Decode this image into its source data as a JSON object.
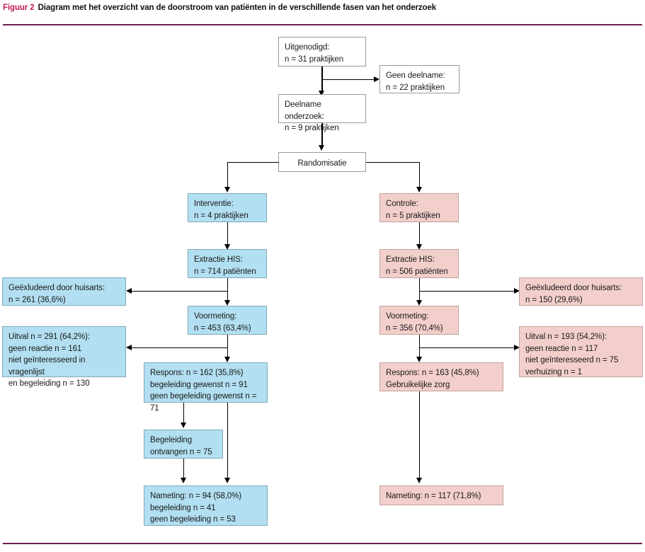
{
  "caption": {
    "figure_label": "Figuur 2",
    "text": "Diagram met het overzicht van de doorstroom van patiënten in de verschillende fasen van het onderzoek",
    "label_color": "#c2185b",
    "rule_color": "#6d1f54"
  },
  "colors": {
    "intervention_fill": "#b2dff1",
    "intervention_border": "#7fa9bb",
    "control_fill": "#f2cfcb",
    "control_border": "#c4a19d",
    "neutral_fill": "#ffffff",
    "neutral_border": "#9a9a9a",
    "connector": "#000000"
  },
  "flow": {
    "invited": "Uitgenodigd:\nn = 31 praktijken",
    "no_participation": "Geen deelname:\nn = 22 praktijken",
    "participation": "Deelname onderzoek:\nn = 9 praktijken",
    "randomisation": "Randomisatie",
    "intervention": {
      "arm": "Interventie:\nn = 4 praktijken",
      "extraction": "Extractie HIS:\nn = 714 patiënten",
      "excluded_by_gp": "Geëxludeerd door huisarts:\nn = 261 (36,6%)",
      "baseline": "Voormeting:\nn = 453 (63,4%)",
      "dropout": "Uitval n = 291 (64,2%):\ngeen reactie n = 161\nniet geïnteresseerd in vragenlijst\nen begeleiding n = 130",
      "response": "Respons: n = 162 (35,8%)\nbegeleiding gewenst n = 91\ngeen begeleiding gewenst n = 71",
      "guidance": "Begeleiding\nontvangen n = 75",
      "followup": "Nameting: n = 94 (58,0%)\nbegeleiding n = 41\ngeen begeleiding n = 53"
    },
    "control": {
      "arm": "Controle:\nn = 5 praktijken",
      "extraction": "Extractie HIS:\nn = 506 patiënten",
      "excluded_by_gp": "Geëxludeerd door huisarts:\nn = 150 (29,6%)",
      "baseline": "Voormeting:\nn = 356 (70,4%)",
      "dropout": "Uitval n = 193 (54,2%):\ngeen reactie n = 117\nniet geïnteresseerd n = 75\nverhuizing n = 1",
      "response": "Respons: n = 163 (45,8%)\nGebruikelijke zorg",
      "followup": "Nameting: n = 117 (71,8%)"
    }
  },
  "chart_data": {
    "type": "diagram",
    "title": "Diagram met het overzicht van de doorstroom van patiënten in de verschillende fasen van het onderzoek",
    "nodes": [
      {
        "id": "invited",
        "label": "Uitgenodigd",
        "n": 31,
        "unit": "praktijken",
        "fill": "white"
      },
      {
        "id": "no_participation",
        "label": "Geen deelname",
        "n": 22,
        "unit": "praktijken",
        "fill": "white"
      },
      {
        "id": "participation",
        "label": "Deelname onderzoek",
        "n": 9,
        "unit": "praktijken",
        "fill": "white"
      },
      {
        "id": "randomisation",
        "label": "Randomisatie",
        "fill": "white"
      },
      {
        "id": "int_arm",
        "label": "Interventie",
        "n": 4,
        "unit": "praktijken",
        "fill": "blue"
      },
      {
        "id": "int_extraction",
        "label": "Extractie HIS",
        "n": 714,
        "unit": "patiënten",
        "fill": "blue"
      },
      {
        "id": "int_excluded",
        "label": "Geëxludeerd door huisarts",
        "n": 261,
        "pct": 36.6,
        "fill": "blue"
      },
      {
        "id": "int_baseline",
        "label": "Voormeting",
        "n": 453,
        "pct": 63.4,
        "fill": "blue"
      },
      {
        "id": "int_dropout",
        "label": "Uitval",
        "n": 291,
        "pct": 64.2,
        "fill": "blue"
      },
      {
        "id": "int_response",
        "label": "Respons",
        "n": 162,
        "pct": 35.8,
        "fill": "blue"
      },
      {
        "id": "int_guidance",
        "label": "Begeleiding ontvangen",
        "n": 75,
        "fill": "blue"
      },
      {
        "id": "int_followup",
        "label": "Nameting",
        "n": 94,
        "pct": 58.0,
        "fill": "blue"
      },
      {
        "id": "ctl_arm",
        "label": "Controle",
        "n": 5,
        "unit": "praktijken",
        "fill": "pink"
      },
      {
        "id": "ctl_extraction",
        "label": "Extractie HIS",
        "n": 506,
        "unit": "patiënten",
        "fill": "pink"
      },
      {
        "id": "ctl_excluded",
        "label": "Geëxludeerd door huisarts",
        "n": 150,
        "pct": 29.6,
        "fill": "pink"
      },
      {
        "id": "ctl_baseline",
        "label": "Voormeting",
        "n": 356,
        "pct": 70.4,
        "fill": "pink"
      },
      {
        "id": "ctl_dropout",
        "label": "Uitval",
        "n": 193,
        "pct": 54.2,
        "fill": "pink"
      },
      {
        "id": "ctl_response",
        "label": "Respons",
        "n": 163,
        "pct": 45.8,
        "fill": "pink"
      },
      {
        "id": "ctl_followup",
        "label": "Nameting",
        "n": 117,
        "pct": 71.8,
        "fill": "pink"
      }
    ],
    "edges": [
      [
        "invited",
        "no_participation"
      ],
      [
        "invited",
        "participation"
      ],
      [
        "participation",
        "randomisation"
      ],
      [
        "randomisation",
        "int_arm"
      ],
      [
        "randomisation",
        "ctl_arm"
      ],
      [
        "int_arm",
        "int_extraction"
      ],
      [
        "int_extraction",
        "int_excluded"
      ],
      [
        "int_extraction",
        "int_baseline"
      ],
      [
        "int_baseline",
        "int_dropout"
      ],
      [
        "int_baseline",
        "int_response"
      ],
      [
        "int_response",
        "int_guidance"
      ],
      [
        "int_response",
        "int_followup"
      ],
      [
        "int_guidance",
        "int_followup"
      ],
      [
        "ctl_arm",
        "ctl_extraction"
      ],
      [
        "ctl_extraction",
        "ctl_excluded"
      ],
      [
        "ctl_extraction",
        "ctl_baseline"
      ],
      [
        "ctl_baseline",
        "ctl_dropout"
      ],
      [
        "ctl_baseline",
        "ctl_response"
      ],
      [
        "ctl_response",
        "ctl_followup"
      ]
    ]
  }
}
